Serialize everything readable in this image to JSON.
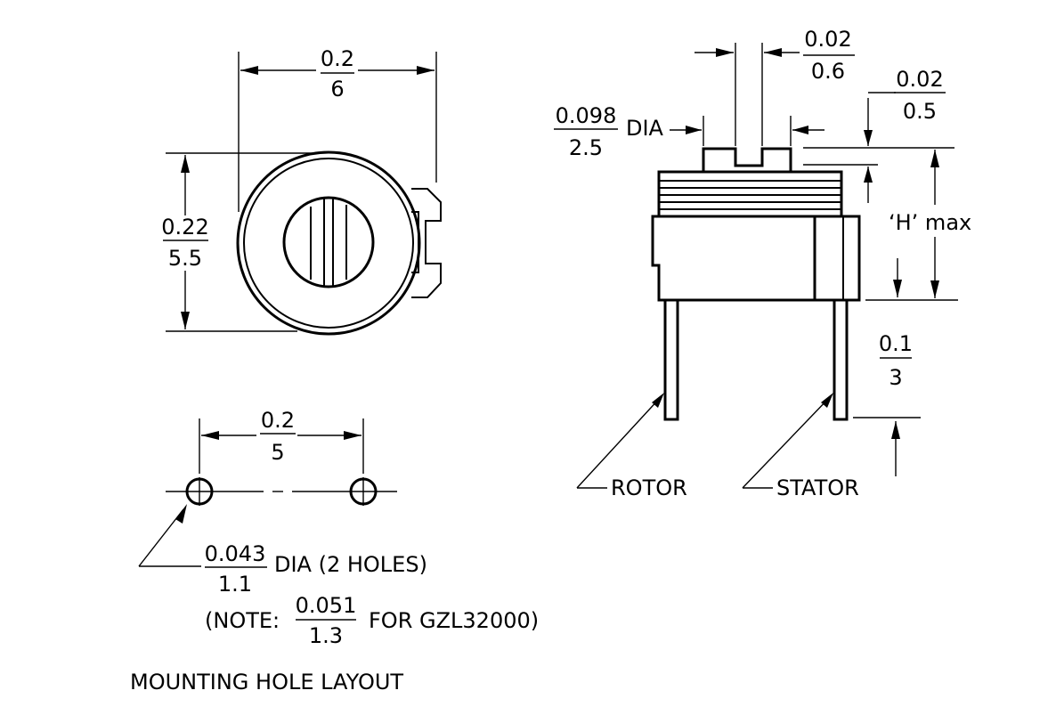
{
  "top_view": {
    "width_in": "0.2",
    "width_mm": "6",
    "height_in": "0.22",
    "height_mm": "5.5"
  },
  "mounting": {
    "spacing_in": "0.2",
    "spacing_mm": "5",
    "hole_in": "0.043",
    "hole_mm": "1.1",
    "hole_label": "DIA (2 HOLES)",
    "note_prefix": "(NOTE:",
    "note_in": "0.051",
    "note_mm": "1.3",
    "note_suffix": "FOR GZL32000)",
    "title": "MOUNTING HOLE LAYOUT"
  },
  "side_view": {
    "slot_in": "0.02",
    "slot_mm": "0.6",
    "knob_dia_in": "0.098",
    "knob_dia_mm": "2.5",
    "knob_dia_label": "DIA",
    "top_gap_in": "0.02",
    "top_gap_mm": "0.5",
    "height_label": "‘H’ max",
    "pin_in": "0.1",
    "pin_mm": "3",
    "rotor_label": "ROTOR",
    "stator_label": "STATOR"
  }
}
